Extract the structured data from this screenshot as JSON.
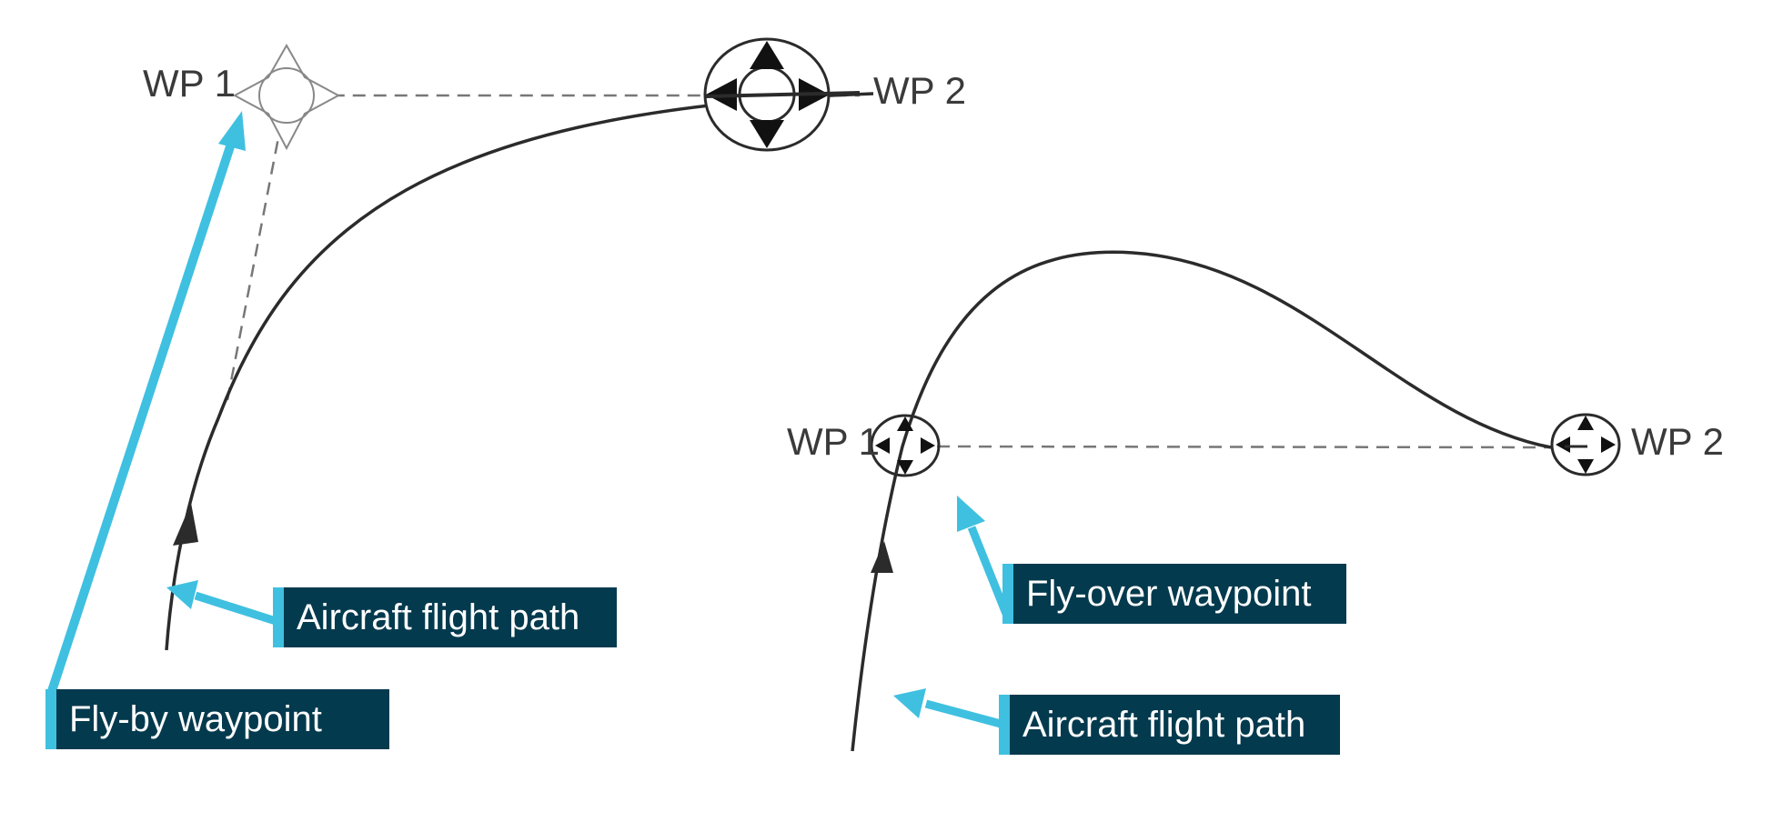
{
  "colors": {
    "callout_bg": "#043a4e",
    "callout_accent": "#3fc0e0",
    "path": "#2b2b2b",
    "arrow": "#3fc0e0"
  },
  "fly_by": {
    "wp1_label": "WP 1",
    "wp2_label": "WP 2",
    "path_callout": "Aircraft flight path",
    "waypoint_callout": "Fly-by waypoint"
  },
  "fly_over": {
    "wp1_label": "WP 1",
    "wp2_label": "WP 2",
    "waypoint_callout": "Fly-over waypoint",
    "path_callout": "Aircraft flight path"
  }
}
